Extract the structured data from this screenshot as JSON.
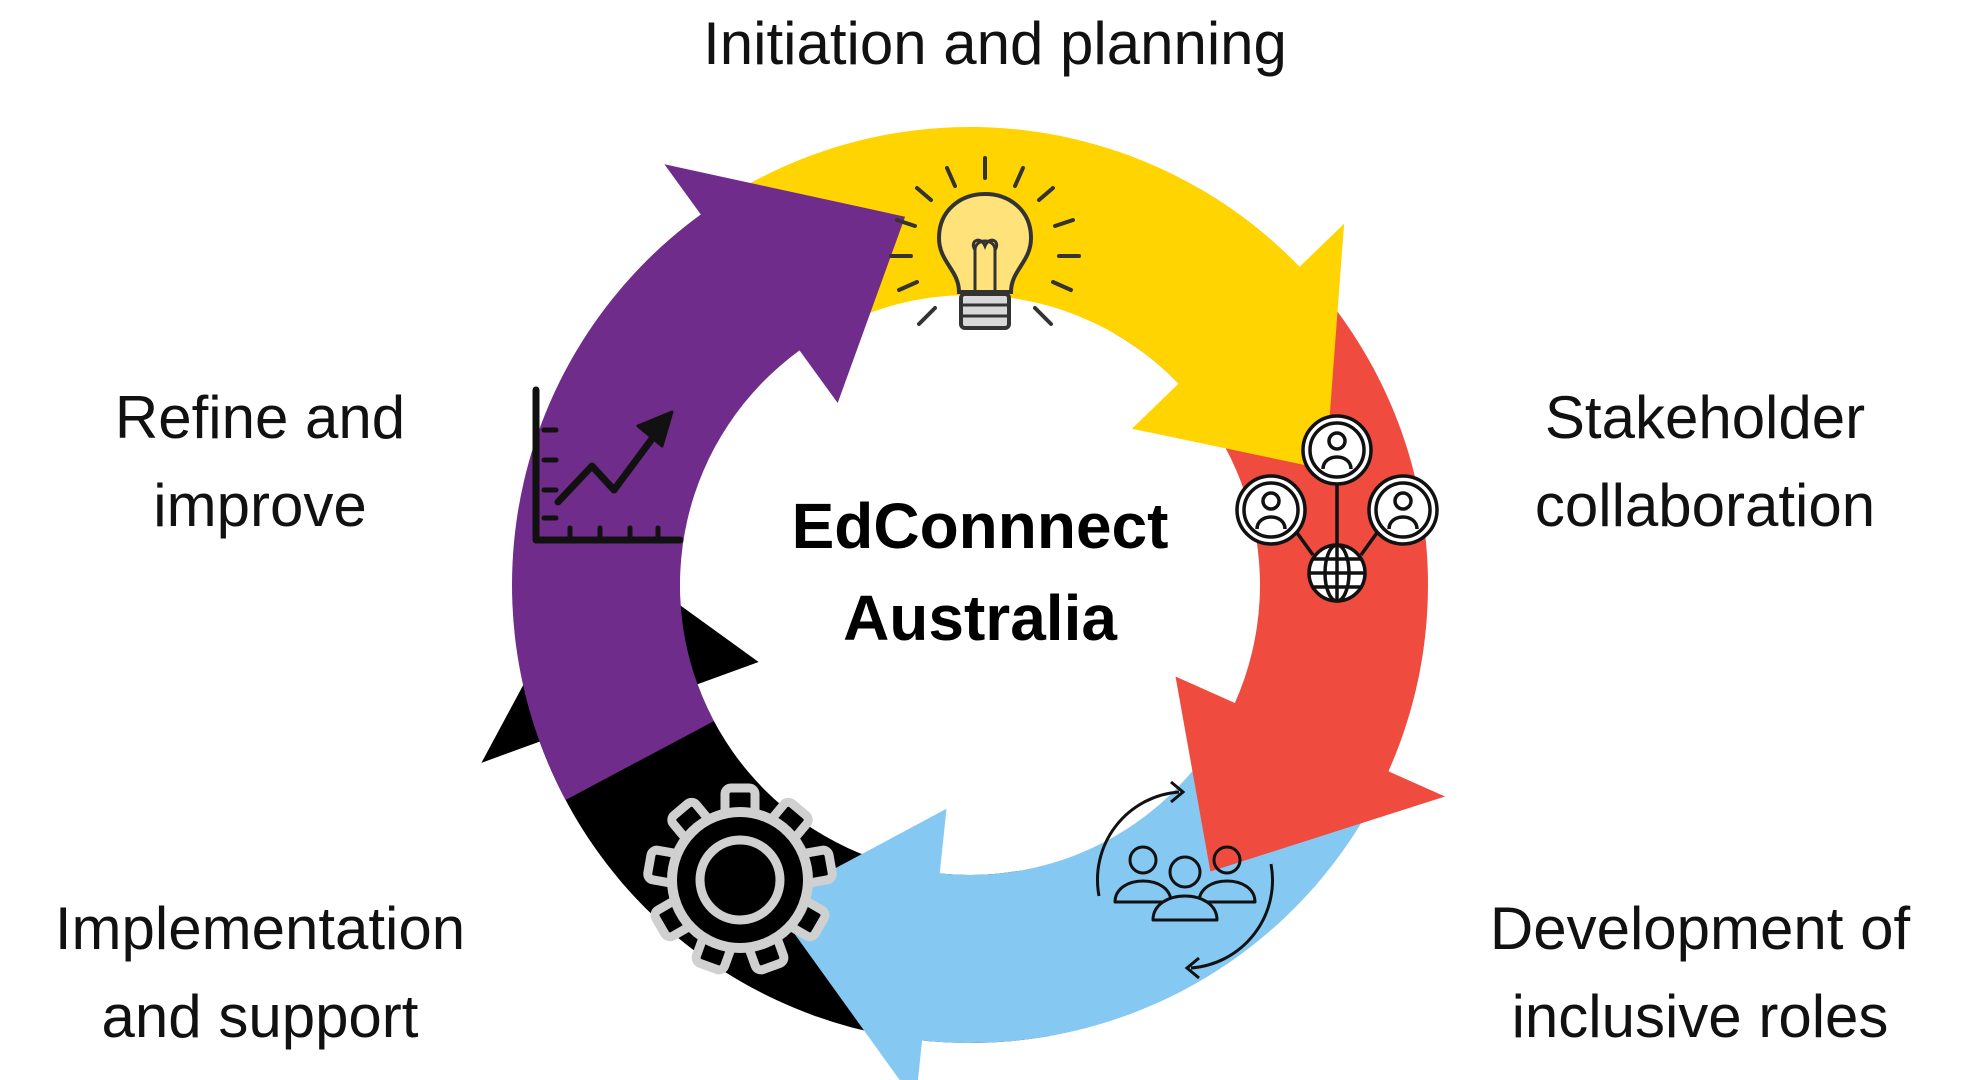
{
  "center": {
    "line1": "EdConnnect",
    "line2": "Australia"
  },
  "stages": {
    "initiation": {
      "line1": "Initiation and planning",
      "color": "#FFD400",
      "icon": "lightbulb-icon"
    },
    "stakeholder": {
      "line1": "Stakeholder",
      "line2": "collaboration",
      "color": "#EF4B3F",
      "icon": "people-network-icon"
    },
    "development": {
      "line1": "Development of",
      "line2": "inclusive roles",
      "color": "#85C8F2",
      "icon": "team-cycle-icon"
    },
    "implementation": {
      "line1": "Implementation",
      "line2": "and support",
      "color": "#000000",
      "icon": "gear-icon"
    },
    "refine": {
      "line1": "Refine and",
      "line2": "improve",
      "color": "#6F2C8A",
      "icon": "growth-chart-icon"
    }
  }
}
